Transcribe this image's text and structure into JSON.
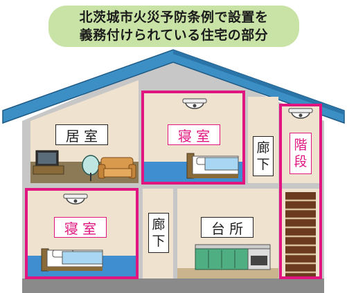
{
  "title": {
    "line1": "北茨城市火災予防条例で設置を",
    "line2": "義務付けられている住宅の部分"
  },
  "rooms": {
    "living": "居 室",
    "bedroom_upper": "寝 室",
    "hallway_upper": [
      "廊",
      "下"
    ],
    "stairs": [
      "階",
      "段"
    ],
    "bedroom_lower": "寝 室",
    "hallway_lower": [
      "廊",
      "下"
    ],
    "kitchen": "台 所"
  },
  "colors": {
    "highlight": "#e0157f",
    "roof": "#3b8fc4",
    "wall": "#efe3cf",
    "title_bg": "#c9e3a6",
    "floor": "#3f8fd0"
  },
  "icons": [
    "smoke-detector-icon",
    "tv-icon",
    "sofa-icon",
    "bed-icon",
    "kitchen-counter-icon",
    "staircase-icon"
  ]
}
